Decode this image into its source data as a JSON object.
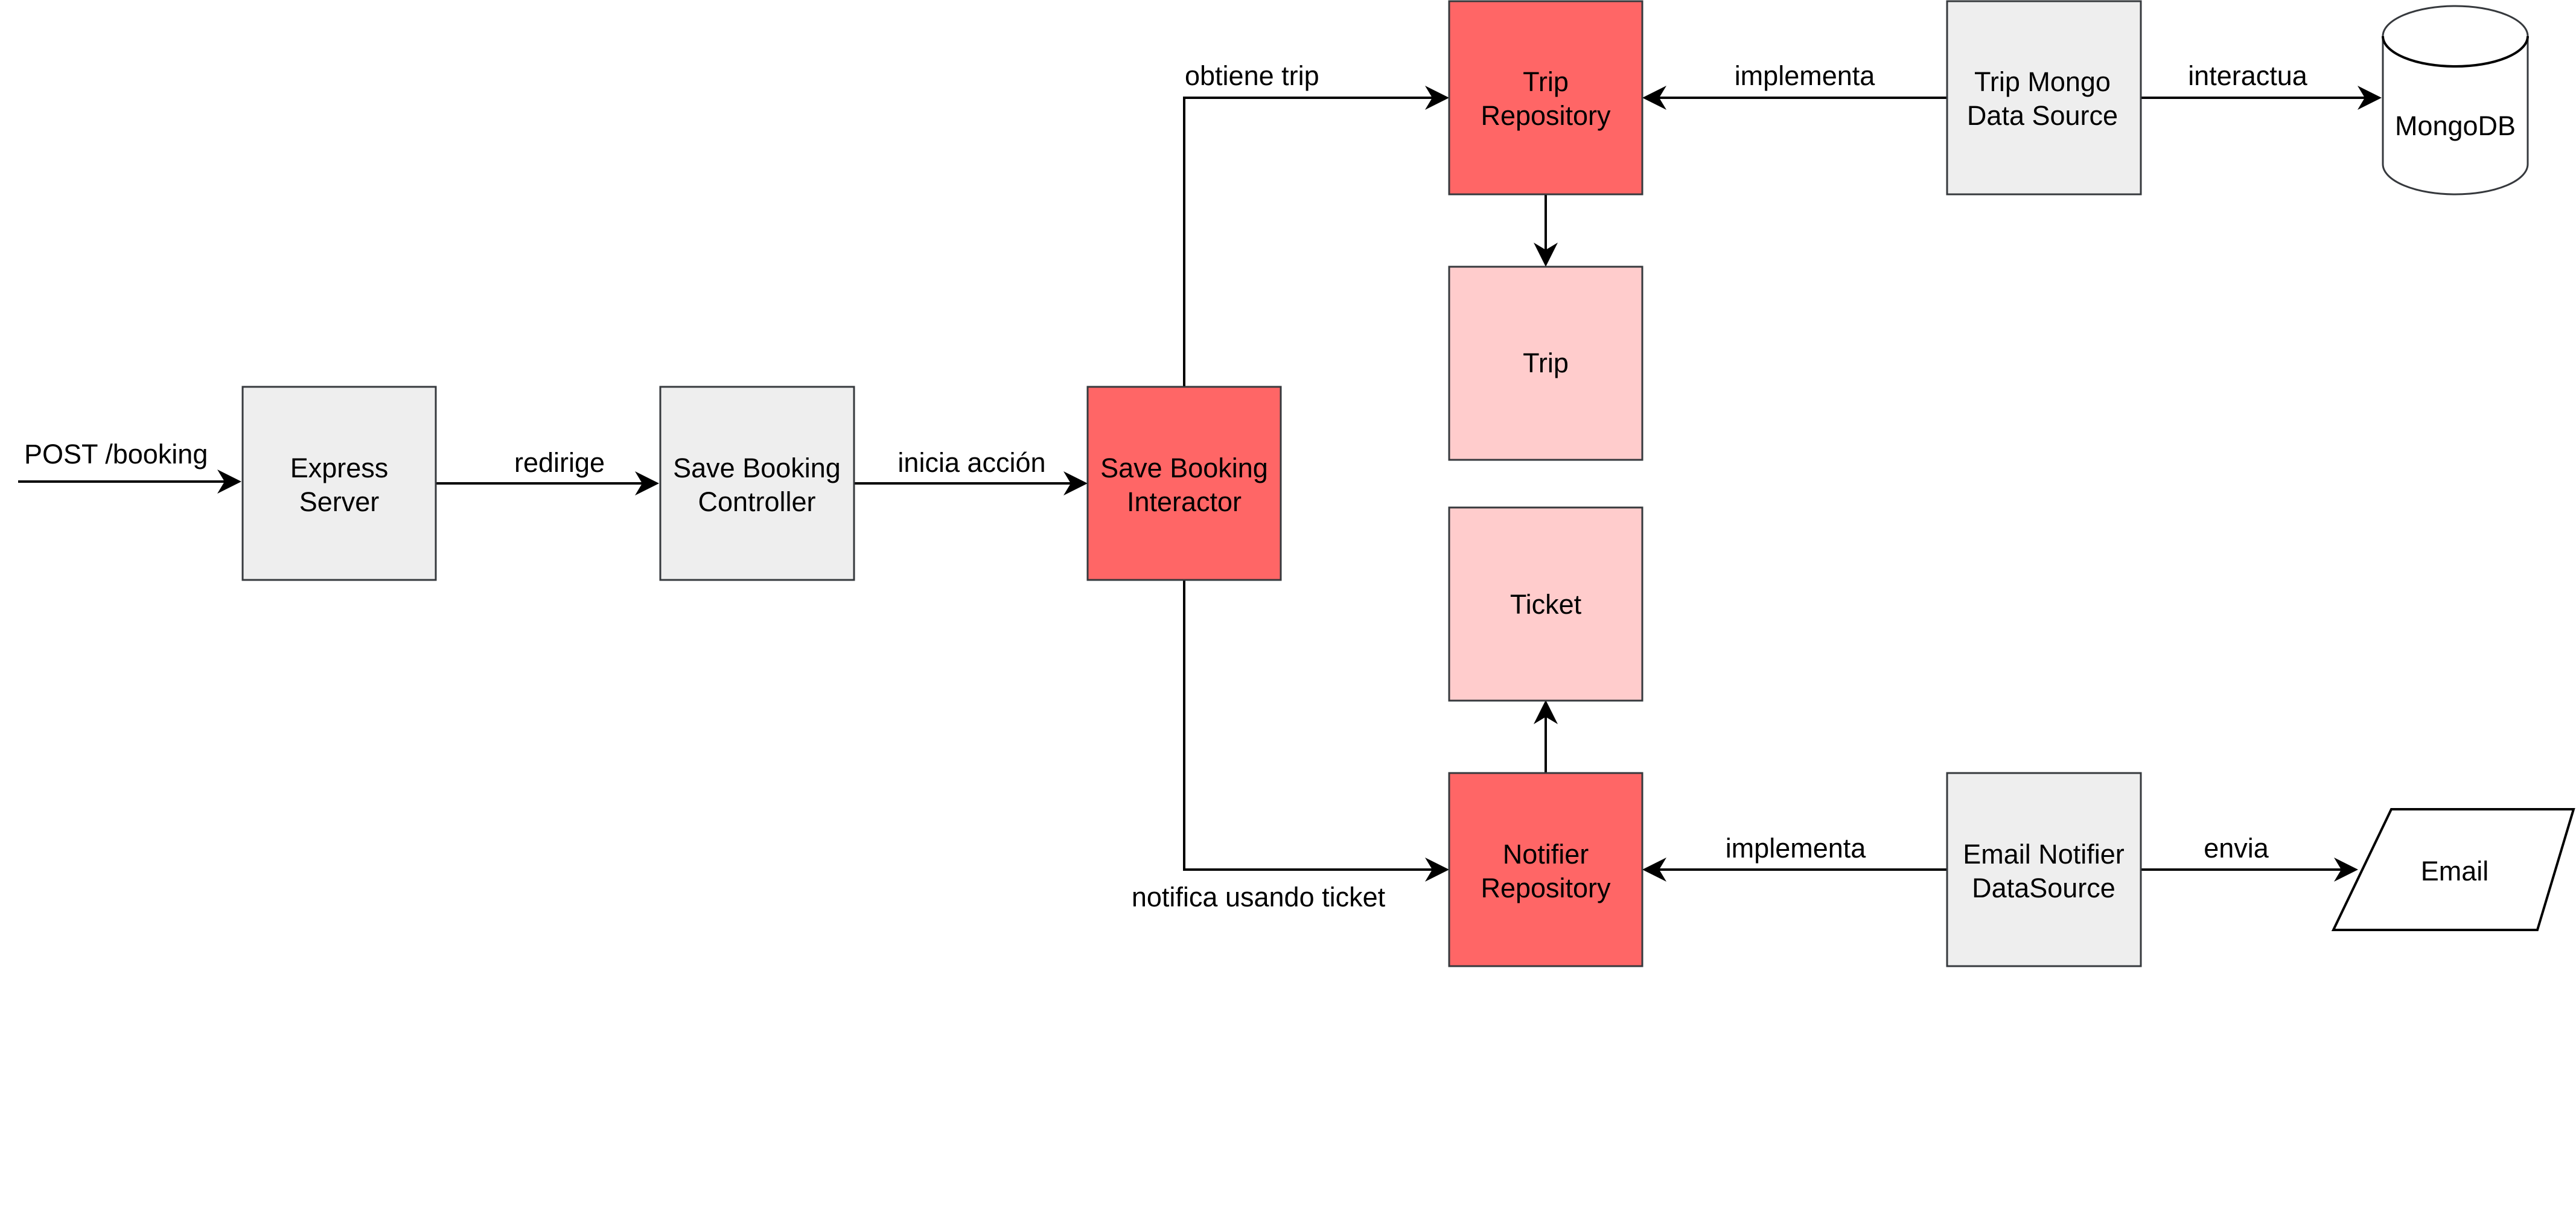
{
  "colors": {
    "neutral_fill": "#eeeeee",
    "core_fill": "#ff6666",
    "entity_fill": "#ffcccc",
    "stroke": "#36393d",
    "edge": "#000000"
  },
  "nodes": {
    "express": {
      "line1": "Express",
      "line2": "Server"
    },
    "controller": {
      "line1": "Save Booking",
      "line2": "Controller"
    },
    "interactor": {
      "line1": "Save Booking",
      "line2": "Interactor"
    },
    "trip_repo": {
      "line1": "Trip",
      "line2": "Repository"
    },
    "trip": {
      "label": "Trip"
    },
    "ticket": {
      "label": "Ticket"
    },
    "notifier_repo": {
      "line1": "Notifier",
      "line2": "Repository"
    },
    "trip_mongo": {
      "line1": "Trip Mongo",
      "line2": "Data Source"
    },
    "email_notifier": {
      "line1": "Email Notifier",
      "line2": "DataSource"
    },
    "mongodb": {
      "label": "MongoDB"
    },
    "email": {
      "label": "Email"
    }
  },
  "edges": {
    "post_booking": "POST /booking",
    "redirige": "redirige",
    "inicia_accion": "inicia acción",
    "obtiene_trip": "obtiene trip",
    "notifica": "notifica usando ticket",
    "implementa_trip": "implementa",
    "implementa_notifier": "implementa",
    "interactua": "interactua",
    "envia": "envia"
  }
}
